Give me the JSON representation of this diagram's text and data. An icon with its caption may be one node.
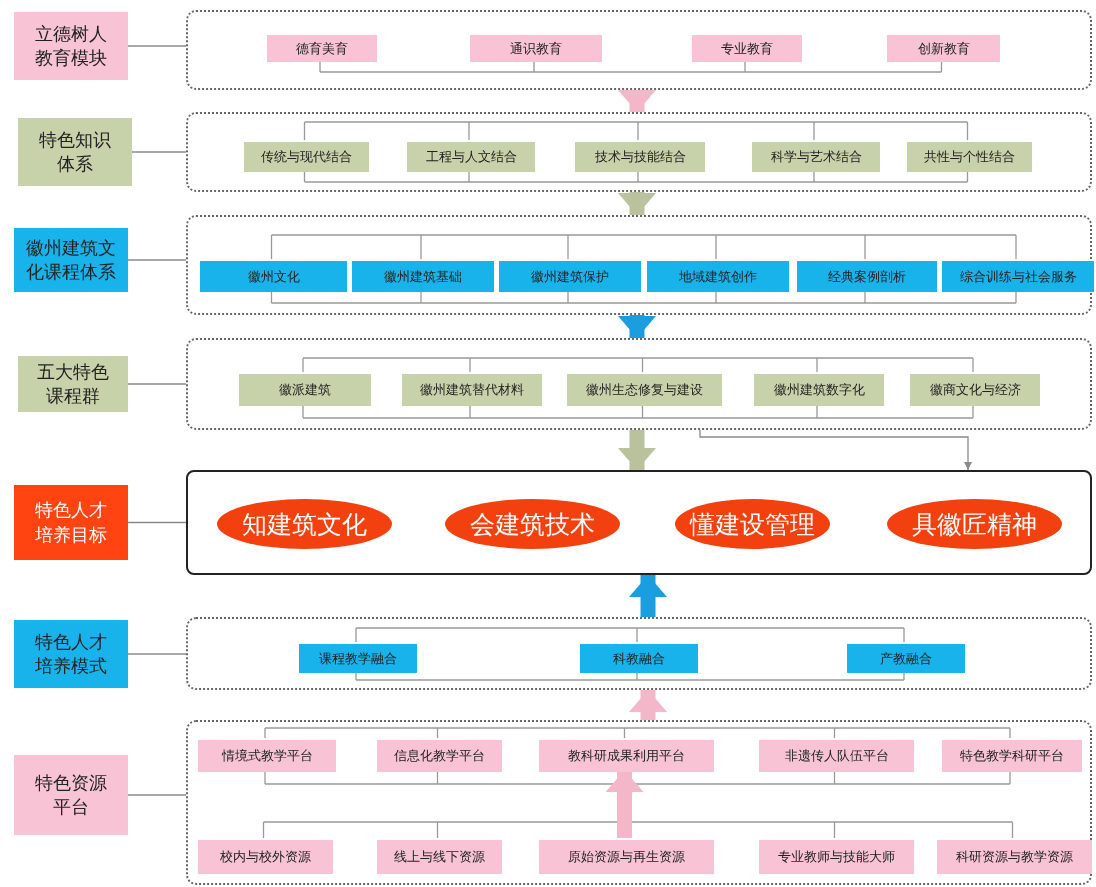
{
  "diagram": {
    "nodes": [
      {
        "text": [
          "立德树人教育模块"
        ]
      },
      {
        "text": [],
        "shape": "box"
      },
      {
        "text": [
          "德育美育"
        ],
        "in": 1
      },
      {
        "text": [
          "通识教育"
        ],
        "in": 1
      },
      {
        "text": [
          "专业教育"
        ],
        "in": 1
      },
      {
        "text": [
          "创新教育"
        ],
        "in": 1
      },
      {
        "text": [
          "特色知识体系"
        ]
      },
      {
        "text": [],
        "shape": "box"
      },
      {
        "text": [
          "传统与现代结合"
        ],
        "in": 7
      },
      {
        "text": [
          "工程与人文结合"
        ],
        "in": 7
      },
      {
        "text": [
          "技术与技能结合"
        ],
        "in": 7
      },
      {
        "text": [
          "科学与艺术结合"
        ],
        "in": 7
      },
      {
        "text": [
          "共性与个性结合"
        ],
        "in": 7
      },
      {
        "text": [
          "徽州建筑文化课程体系"
        ]
      },
      {
        "text": [],
        "shape": "box"
      },
      {
        "text": [
          "徽州文化"
        ],
        "in": 14
      },
      {
        "text": [
          "徽州建筑基础"
        ],
        "in": 14
      },
      {
        "text": [
          "徽州建筑保护"
        ],
        "in": 14
      },
      {
        "text": [
          "地域建筑创作"
        ],
        "in": 14
      },
      {
        "text": [
          "经典案例剖析"
        ],
        "in": 14
      },
      {
        "text": [
          "综合训练与社会服务"
        ],
        "in": 14
      },
      {
        "text": [
          "五大特色课程群"
        ]
      },
      {
        "text": [],
        "shape": "box"
      },
      {
        "text": [
          "徽派建筑"
        ],
        "in": 22
      },
      {
        "text": [
          "徽州建筑替代材料"
        ],
        "in": 22
      },
      {
        "text": [
          "徽州生态修复与建设"
        ],
        "in": 22
      },
      {
        "text": [
          "徽州建筑数字化"
        ],
        "in": 22
      },
      {
        "text": [
          "徽商文化与经济"
        ],
        "in": 22
      },
      {
        "text": [
          "特色人才培养目标"
        ]
      },
      {
        "text": [],
        "shape": "box"
      },
      {
        "text": [
          "知建筑文化"
        ],
        "in": 29
      },
      {
        "text": [
          "会建筑技术"
        ],
        "in": 29
      },
      {
        "text": [
          "懂建设管理"
        ],
        "in": 29
      },
      {
        "text": [
          "具徽匠精神"
        ],
        "in": 29
      },
      {
        "text": [
          "特色人才培养模式"
        ]
      },
      {
        "text": [],
        "shape": "box"
      },
      {
        "text": [
          "课程教学融合"
        ],
        "in": 35
      },
      {
        "text": [
          "科教融合"
        ],
        "in": 35
      },
      {
        "text": [
          "产教融合"
        ],
        "in": 35
      },
      {
        "text": [
          "特色资源平台"
        ]
      },
      {
        "text": [],
        "shape": "box"
      },
      {
        "text": [
          "情境式教学平台"
        ],
        "in": 40
      },
      {
        "text": [
          "信息化教学平台"
        ],
        "in": 40
      },
      {
        "text": [
          "教科研成果利用平台"
        ],
        "in": 40
      },
      {
        "text": [
          "非遗传人队伍平台"
        ],
        "in": 40
      },
      {
        "text": [
          "特色教学科研平台"
        ],
        "in": 40
      },
      {
        "text": [
          "校内与校外资源"
        ],
        "in": 40
      },
      {
        "text": [
          "线上与线下资源"
        ],
        "in": 40
      },
      {
        "text": [
          "原始资源与再生资源"
        ],
        "in": 40
      },
      {
        "text": [
          "专业教师与技能大师"
        ],
        "in": 40
      },
      {
        "text": [
          "科研资源与教学资源"
        ],
        "in": 40
      }
    ],
    "edges": [
      {
        "from": 0,
        "to": 1,
        "arrow": "none"
      },
      {
        "from": 1,
        "to": 7,
        "arrow": "to",
        "style": "thick",
        "color": "#f4b6c9"
      },
      {
        "from": 6,
        "to": 7,
        "arrow": "none"
      },
      {
        "from": 7,
        "to": 14,
        "arrow": "to",
        "style": "thick",
        "color": "#b9c29c"
      },
      {
        "from": 13,
        "to": 14,
        "arrow": "none"
      },
      {
        "from": 14,
        "to": 22,
        "arrow": "to",
        "style": "thick",
        "color": "#1a9ee0"
      },
      {
        "from": 21,
        "to": 22,
        "arrow": "none"
      },
      {
        "from": 22,
        "to": 29,
        "arrow": "to",
        "style": "thick",
        "color": "#b9c29c"
      },
      {
        "from": 22,
        "to": 29,
        "arrow": "to"
      },
      {
        "from": 28,
        "to": 29,
        "arrow": "none"
      },
      {
        "from": 35,
        "to": 29,
        "arrow": "to",
        "style": "thick",
        "color": "#1a9ee0"
      },
      {
        "from": 34,
        "to": 35,
        "arrow": "none"
      },
      {
        "from": 40,
        "to": 35,
        "arrow": "to",
        "style": "thick",
        "color": "#f4b6c9"
      },
      {
        "from": 39,
        "to": 40,
        "arrow": "none"
      },
      {
        "from": 48,
        "to": 43,
        "arrow": "to",
        "style": "thick",
        "color": "#f4b6c9"
      }
    ]
  }
}
